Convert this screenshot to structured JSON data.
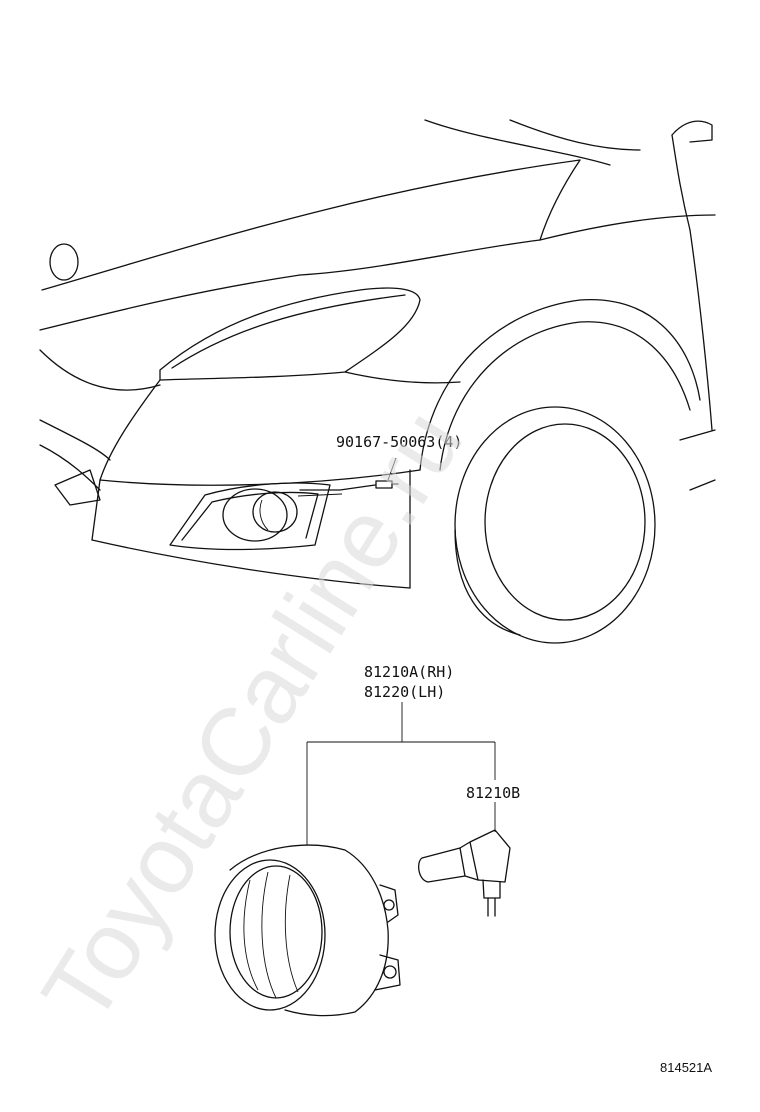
{
  "watermark": "ToyotaCarline.ru",
  "labels": {
    "bolt": "90167-50063(4)",
    "lamp_rh": "81210A(RH)",
    "lamp_lh": "81220(LH)",
    "bulb": "81210B"
  },
  "diagram_code": "814521A"
}
